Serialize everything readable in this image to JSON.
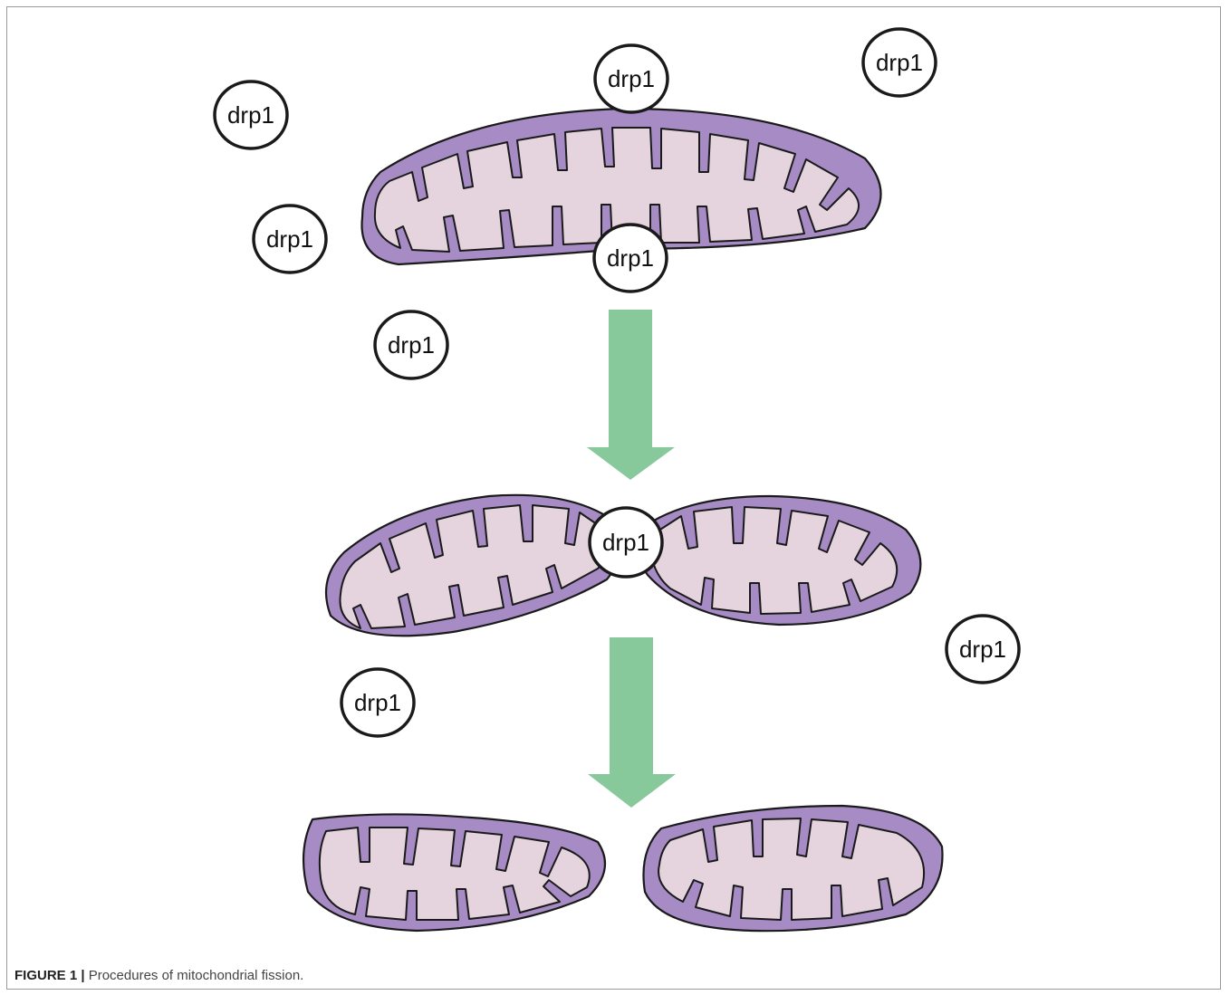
{
  "protein_label": "drp1",
  "colors": {
    "outer_membrane": "#a68bc4",
    "matrix": "#e5d3dd",
    "arrow": "#88c99b",
    "outline": "#1a1a1a"
  },
  "caption": {
    "label": "FIGURE 1 |",
    "text": " Procedures of mitochondrial fission."
  }
}
